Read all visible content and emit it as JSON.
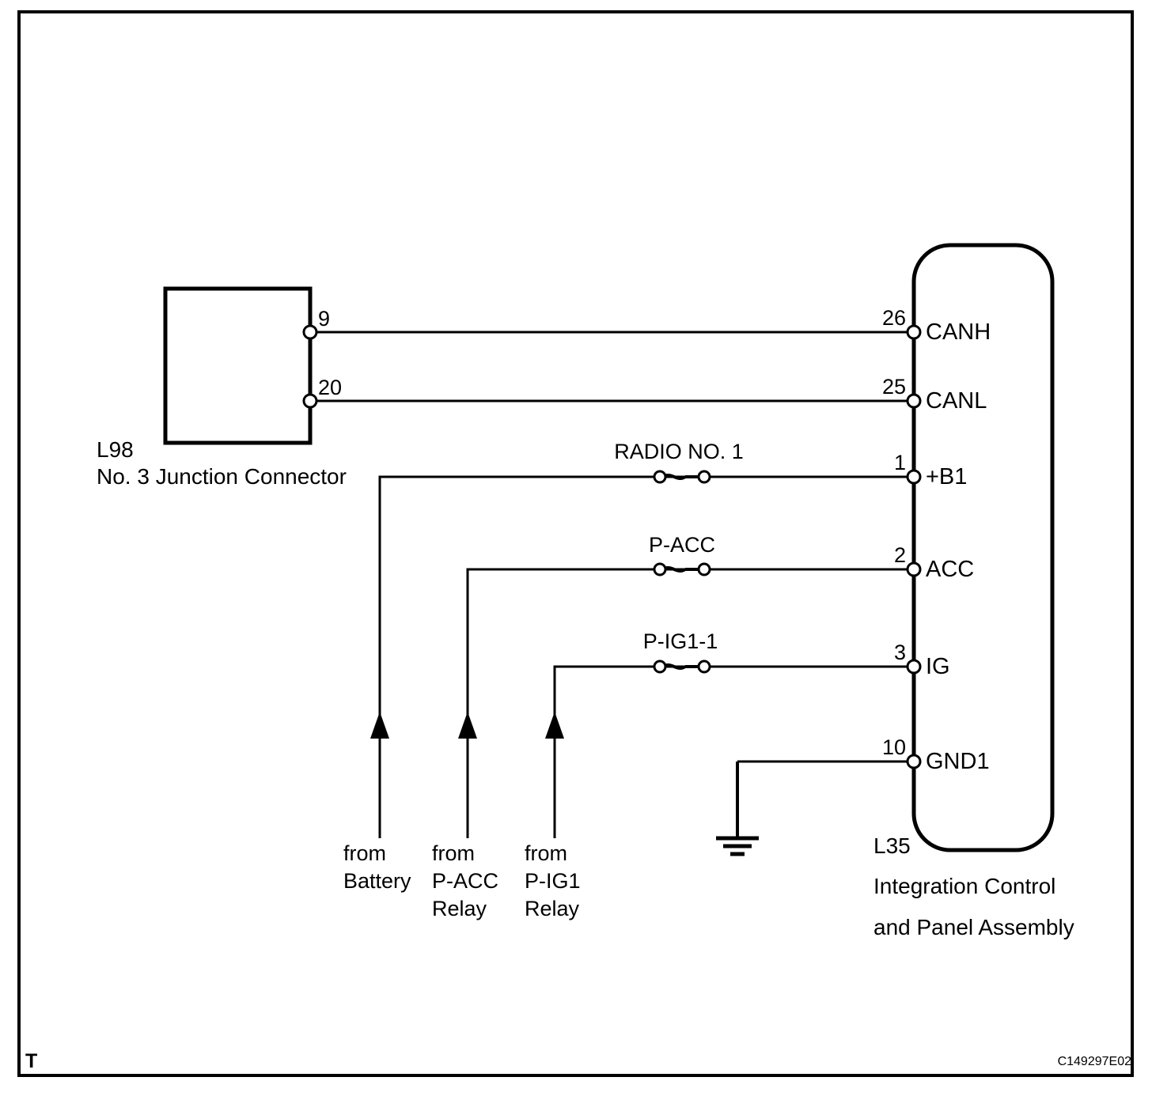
{
  "diagram": {
    "title_code": "C149297E02",
    "corner_mark": "T",
    "stroke_color": "#000000",
    "background_color": "#ffffff"
  },
  "left_component": {
    "id": "L98",
    "name": "No. 3 Junction Connector",
    "pins": [
      {
        "number": "9",
        "signal": "CANH"
      },
      {
        "number": "20",
        "signal": "CANL"
      }
    ]
  },
  "right_component": {
    "id": "L35",
    "name_line1": "Integration Control",
    "name_line2": "and Panel Assembly",
    "pins": [
      {
        "number": "26",
        "terminal": "CANH"
      },
      {
        "number": "25",
        "terminal": "CANL"
      },
      {
        "number": "1",
        "terminal": "+B1"
      },
      {
        "number": "2",
        "terminal": "ACC"
      },
      {
        "number": "3",
        "terminal": "IG"
      },
      {
        "number": "10",
        "terminal": "GND1"
      }
    ]
  },
  "wire_labels": [
    {
      "name": "RADIO NO. 1"
    },
    {
      "name": "P-ACC"
    },
    {
      "name": "P-IG1-1"
    }
  ],
  "sources": [
    {
      "line1": "from",
      "line2": "Battery",
      "line3": ""
    },
    {
      "line1": "from",
      "line2": "P-ACC",
      "line3": "Relay"
    },
    {
      "line1": "from",
      "line2": "P-IG1",
      "line3": "Relay"
    }
  ],
  "ground": {
    "symbol": "earth-ground",
    "connected_pin": "10"
  }
}
